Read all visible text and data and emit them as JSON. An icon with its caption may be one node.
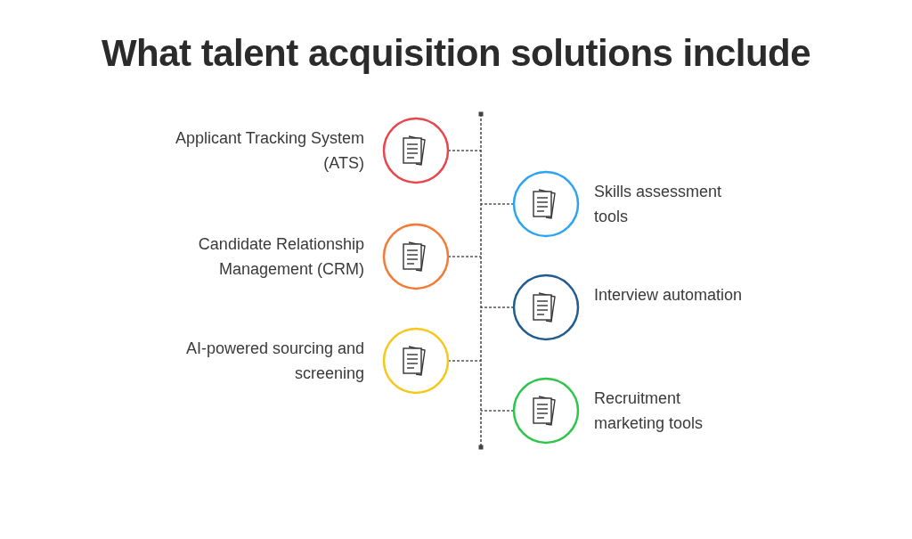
{
  "diagram": {
    "title": "What talent acquisition solutions include",
    "nodes": [
      {
        "text": [],
        "shape": "bar"
      },
      {
        "text": [],
        "shape": "circle",
        "beside": [
          "Applicant Tracking System (ATS)"
        ]
      },
      {
        "text": [],
        "shape": "circle",
        "beside": [
          "Skills assessment tools"
        ]
      },
      {
        "text": [],
        "shape": "circle",
        "beside": [
          "Candidate Relationship Management (CRM)"
        ]
      },
      {
        "text": [],
        "shape": "circle",
        "beside": [
          "Interview automation"
        ]
      },
      {
        "text": [],
        "shape": "circle",
        "beside": [
          "AI-powered sourcing and screening"
        ]
      },
      {
        "text": [],
        "shape": "circle",
        "beside": [
          "Recruitment marketing tools"
        ]
      }
    ],
    "edges": [
      {
        "from": 1,
        "to": 0,
        "arrow": "none",
        "style": "dashed"
      },
      {
        "from": 2,
        "to": 0,
        "arrow": "none",
        "style": "dashed"
      },
      {
        "from": 3,
        "to": 0,
        "arrow": "none",
        "style": "dashed"
      },
      {
        "from": 4,
        "to": 0,
        "arrow": "none",
        "style": "dashed"
      },
      {
        "from": 5,
        "to": 0,
        "arrow": "none",
        "style": "dashed"
      },
      {
        "from": 6,
        "to": 0,
        "arrow": "none",
        "style": "dashed"
      }
    ]
  }
}
